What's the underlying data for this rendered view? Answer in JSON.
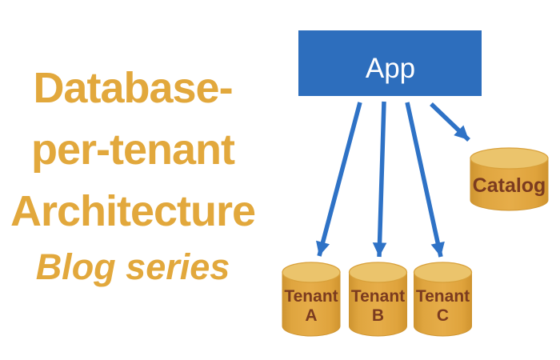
{
  "title": {
    "line1": "Database-",
    "line2": "per-tenant",
    "line3": "Architecture",
    "subtitle": "Blog series"
  },
  "diagram": {
    "app": {
      "label": "App"
    },
    "tenant_databases": [
      {
        "label_line1": "Tenant",
        "label_line2": "A"
      },
      {
        "label_line1": "Tenant",
        "label_line2": "B"
      },
      {
        "label_line1": "Tenant",
        "label_line2": "C"
      }
    ],
    "catalog": {
      "label": "Catalog"
    },
    "arrows": [
      {
        "from": "App",
        "to": "Tenant A"
      },
      {
        "from": "App",
        "to": "Tenant B"
      },
      {
        "from": "App",
        "to": "Tenant C"
      },
      {
        "from": "App",
        "to": "Catalog"
      }
    ]
  },
  "colors": {
    "app_box_blue": "#2D6EBD",
    "arrow_blue": "#2E72C6",
    "database_gold": "#E0A43D",
    "database_gold_light": "#EBC46C",
    "database_outline": "#CE9430",
    "database_label_brown": "#7B3B1F",
    "title_gold": "#E2A83C",
    "background": "#FFFFFF"
  }
}
